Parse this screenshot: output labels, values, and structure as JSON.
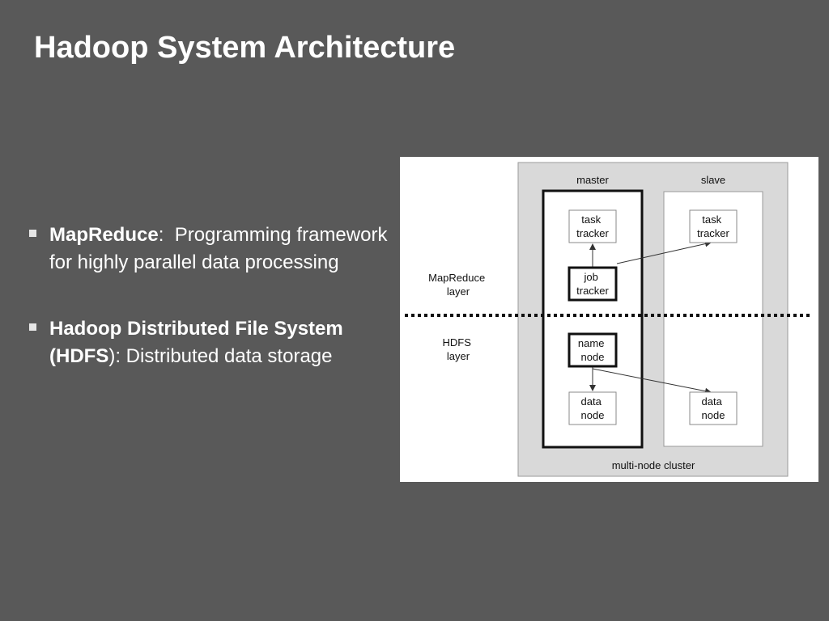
{
  "title": "Hadoop System Architecture",
  "bullets": [
    {
      "term": "MapReduce",
      "term_suffix": ":",
      "text": "  Programming framework for highly parallel data processing"
    },
    {
      "term": "Hadoop Distributed File System (HDFS",
      "term_suffix": "):",
      "text": " Distributed data storage"
    }
  ],
  "diagram": {
    "cluster_label": "multi-node cluster",
    "master_label": "master",
    "slave_label": "slave",
    "layers": {
      "mapreduce": [
        "MapReduce",
        "layer"
      ],
      "hdfs": [
        "HDFS",
        "layer"
      ]
    },
    "master": {
      "task_tracker": [
        "task",
        "tracker"
      ],
      "job_tracker": [
        "job",
        "tracker"
      ],
      "name_node": [
        "name",
        "node"
      ],
      "data_node": [
        "data",
        "node"
      ]
    },
    "slave": {
      "task_tracker": [
        "task",
        "tracker"
      ],
      "data_node": [
        "data",
        "node"
      ]
    }
  }
}
